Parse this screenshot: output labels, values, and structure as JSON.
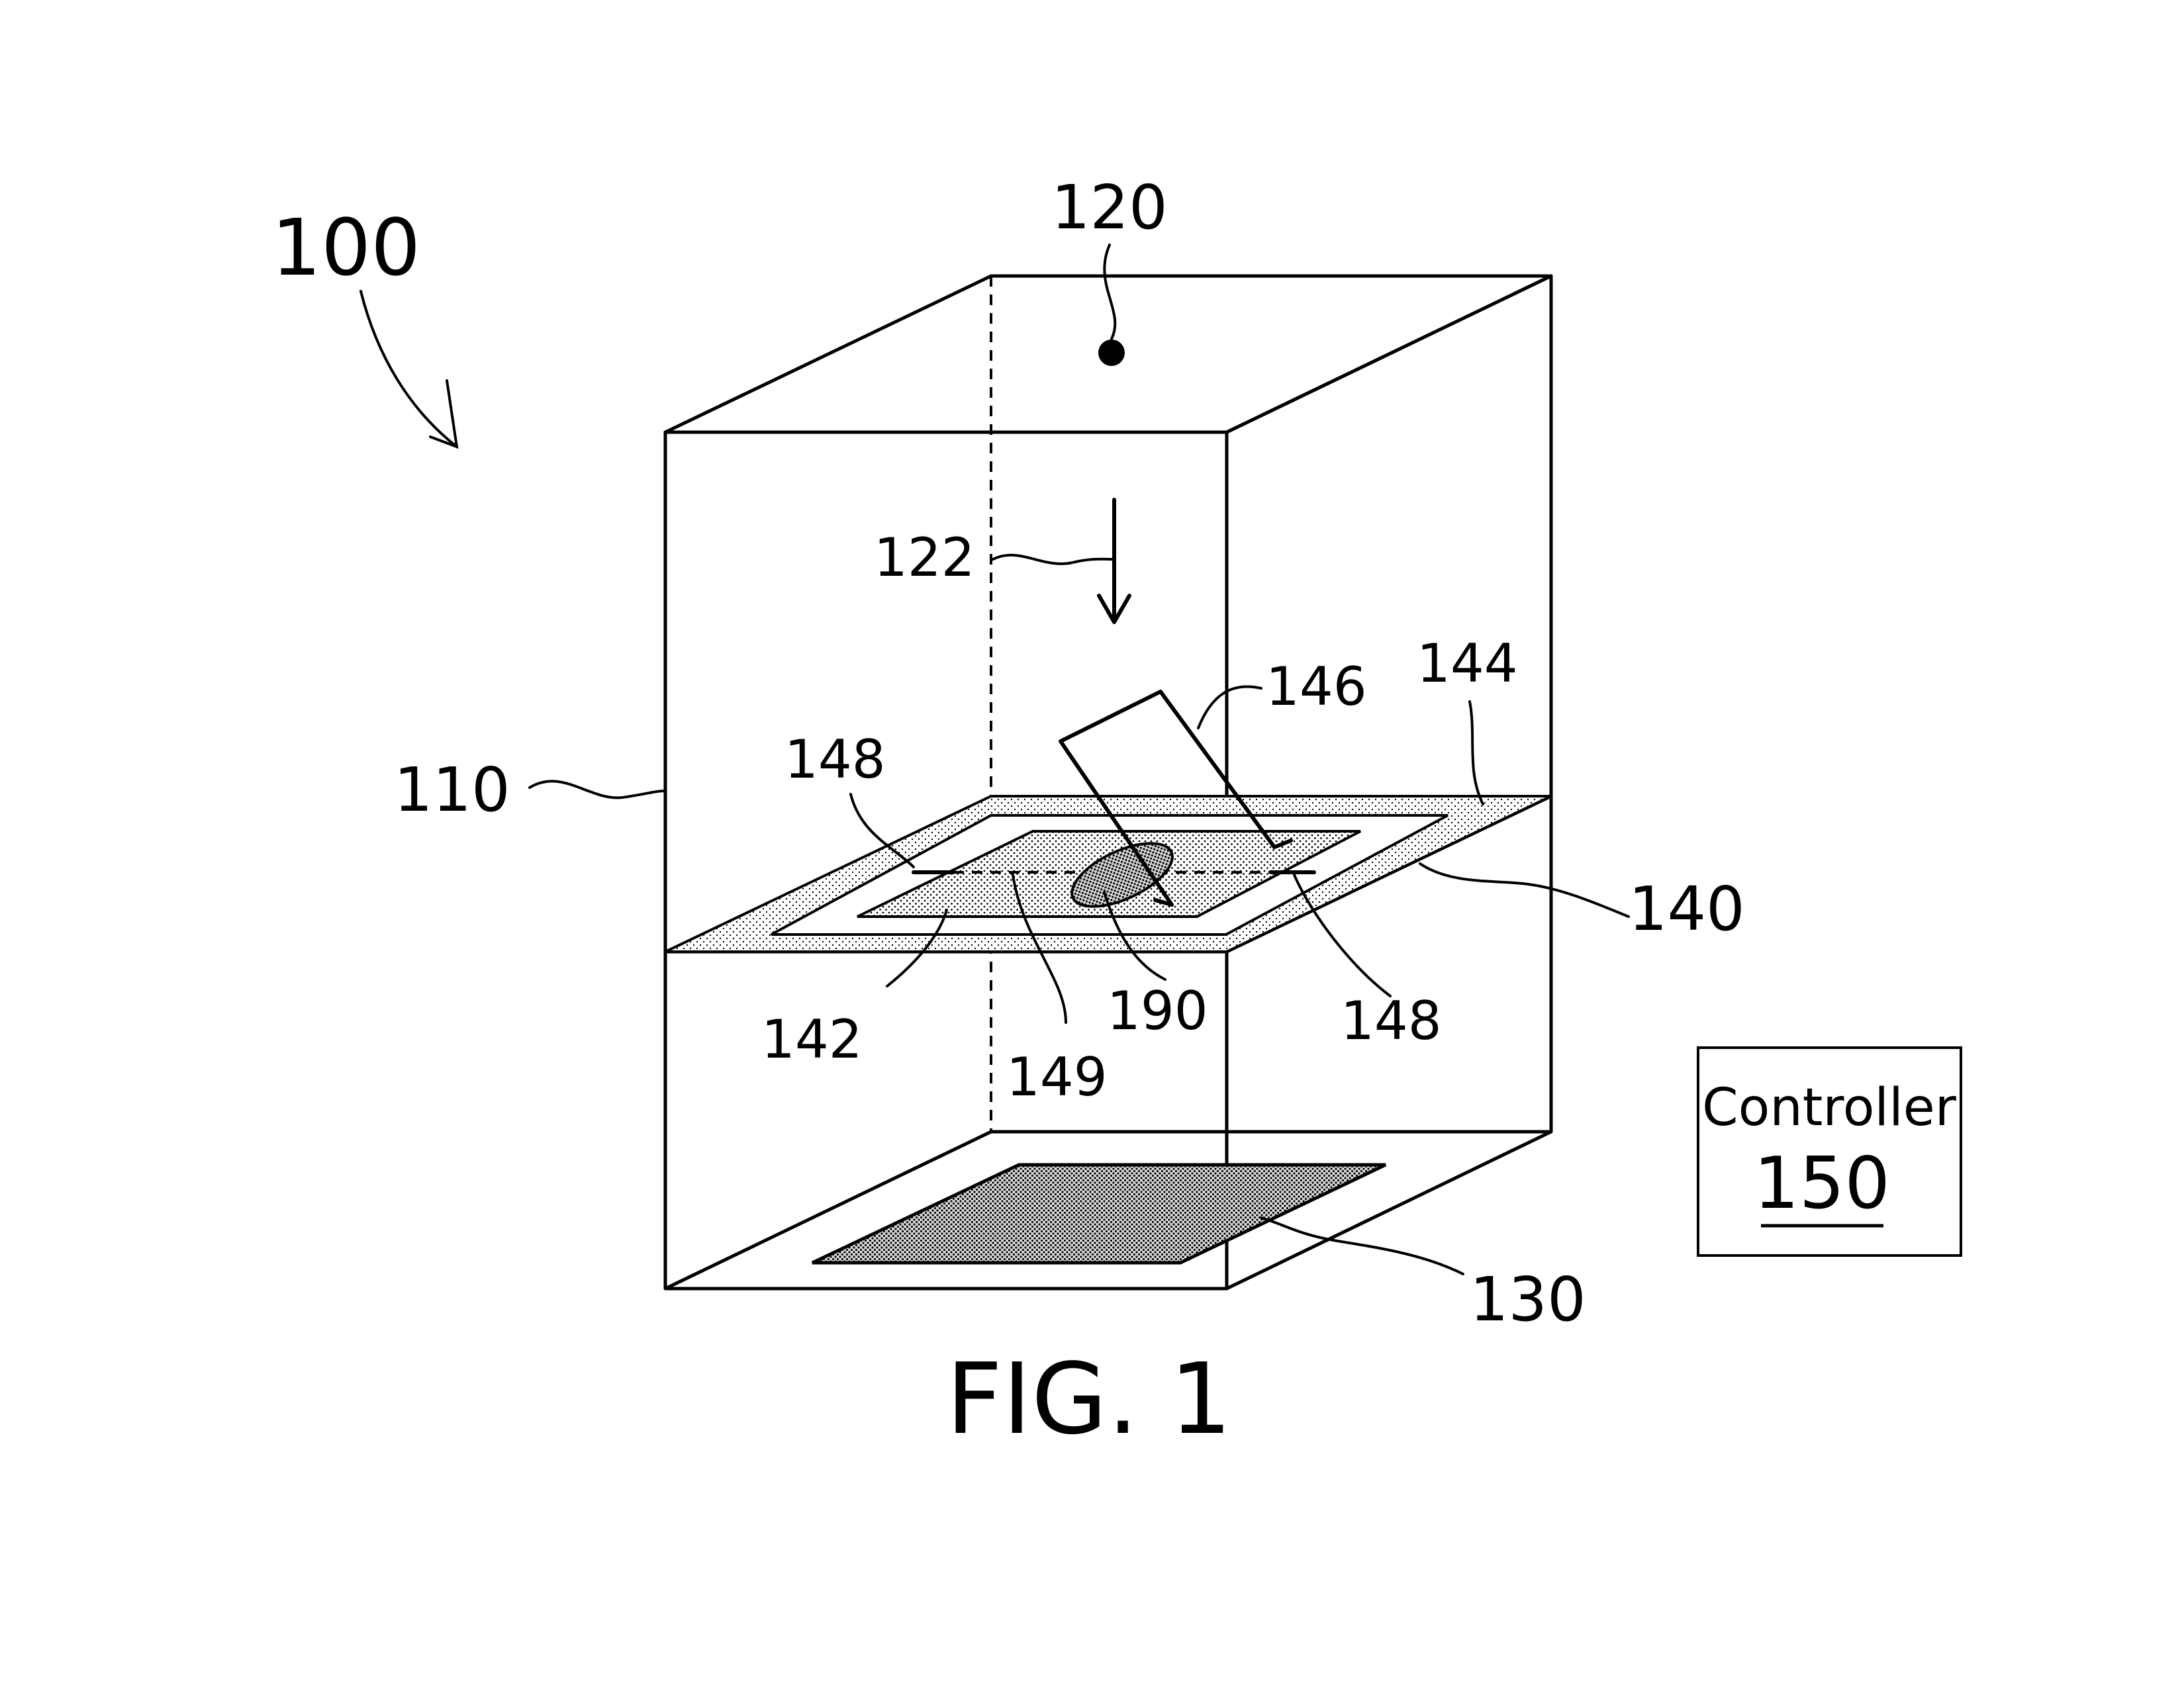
{
  "figure": {
    "caption": "FIG. 1",
    "labels": {
      "system": "100",
      "chamber": "110",
      "source": "120",
      "beam": "122",
      "detector": "130",
      "stage": "140",
      "inner_region": "142",
      "outer_frame": "144",
      "arm": "146",
      "hinge_left": "148",
      "hinge_right": "148",
      "axis": "149",
      "sample": "190"
    },
    "controller": {
      "title": "Controller",
      "number": "150"
    }
  }
}
